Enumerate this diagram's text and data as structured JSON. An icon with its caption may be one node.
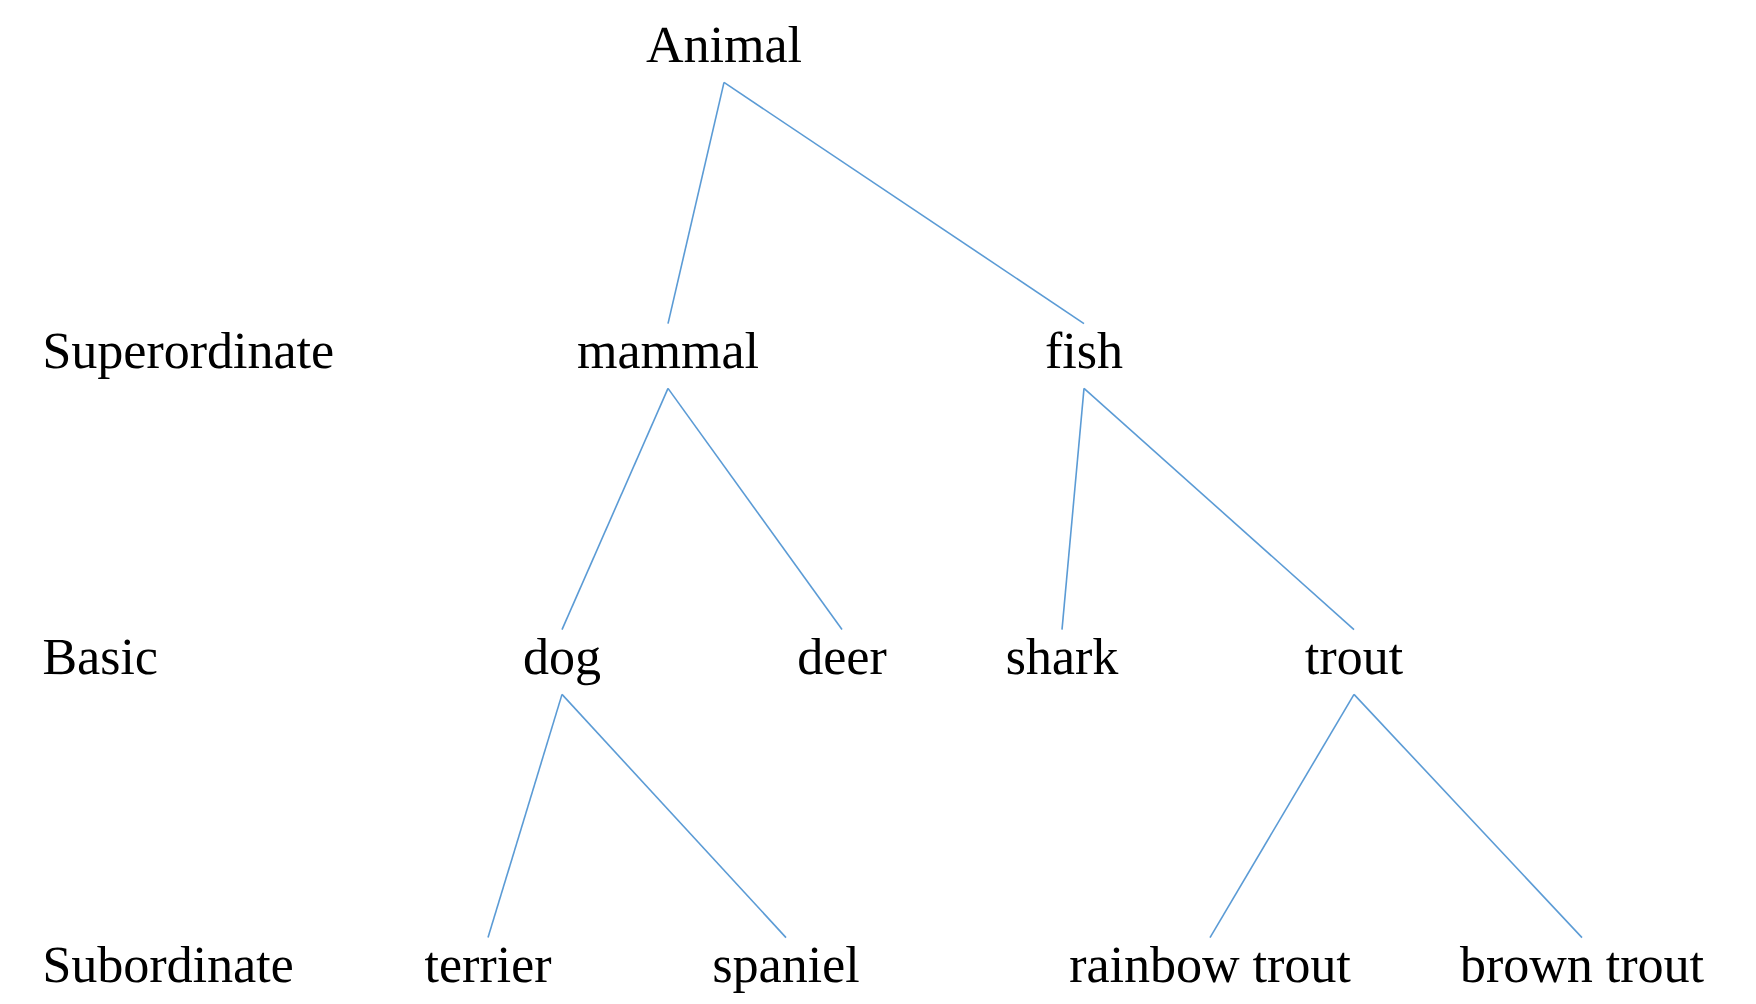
{
  "diagram": {
    "nodes": [
      {
        "text": [
          "Animal"
        ]
      },
      {
        "text": [
          "mammal"
        ]
      },
      {
        "text": [
          "fish"
        ]
      },
      {
        "text": [
          "dog"
        ]
      },
      {
        "text": [
          "deer"
        ]
      },
      {
        "text": [
          "shark"
        ]
      },
      {
        "text": [
          "trout"
        ]
      },
      {
        "text": [
          "terrier"
        ]
      },
      {
        "text": [
          "spaniel"
        ]
      },
      {
        "text": [
          "rainbow trout"
        ]
      },
      {
        "text": [
          "brown trout"
        ]
      }
    ],
    "edges": [
      {
        "from": 0,
        "to": 1,
        "arrow": "none"
      },
      {
        "from": 0,
        "to": 2,
        "arrow": "none"
      },
      {
        "from": 1,
        "to": 3,
        "arrow": "none"
      },
      {
        "from": 1,
        "to": 4,
        "arrow": "none"
      },
      {
        "from": 2,
        "to": 5,
        "arrow": "none"
      },
      {
        "from": 2,
        "to": 6,
        "arrow": "none"
      },
      {
        "from": 3,
        "to": 7,
        "arrow": "none"
      },
      {
        "from": 3,
        "to": 8,
        "arrow": "none"
      },
      {
        "from": 6,
        "to": 9,
        "arrow": "none"
      },
      {
        "from": 6,
        "to": 10,
        "arrow": "none"
      }
    ],
    "labels": [
      "Superordinate",
      "Basic",
      "Subordinate"
    ]
  }
}
